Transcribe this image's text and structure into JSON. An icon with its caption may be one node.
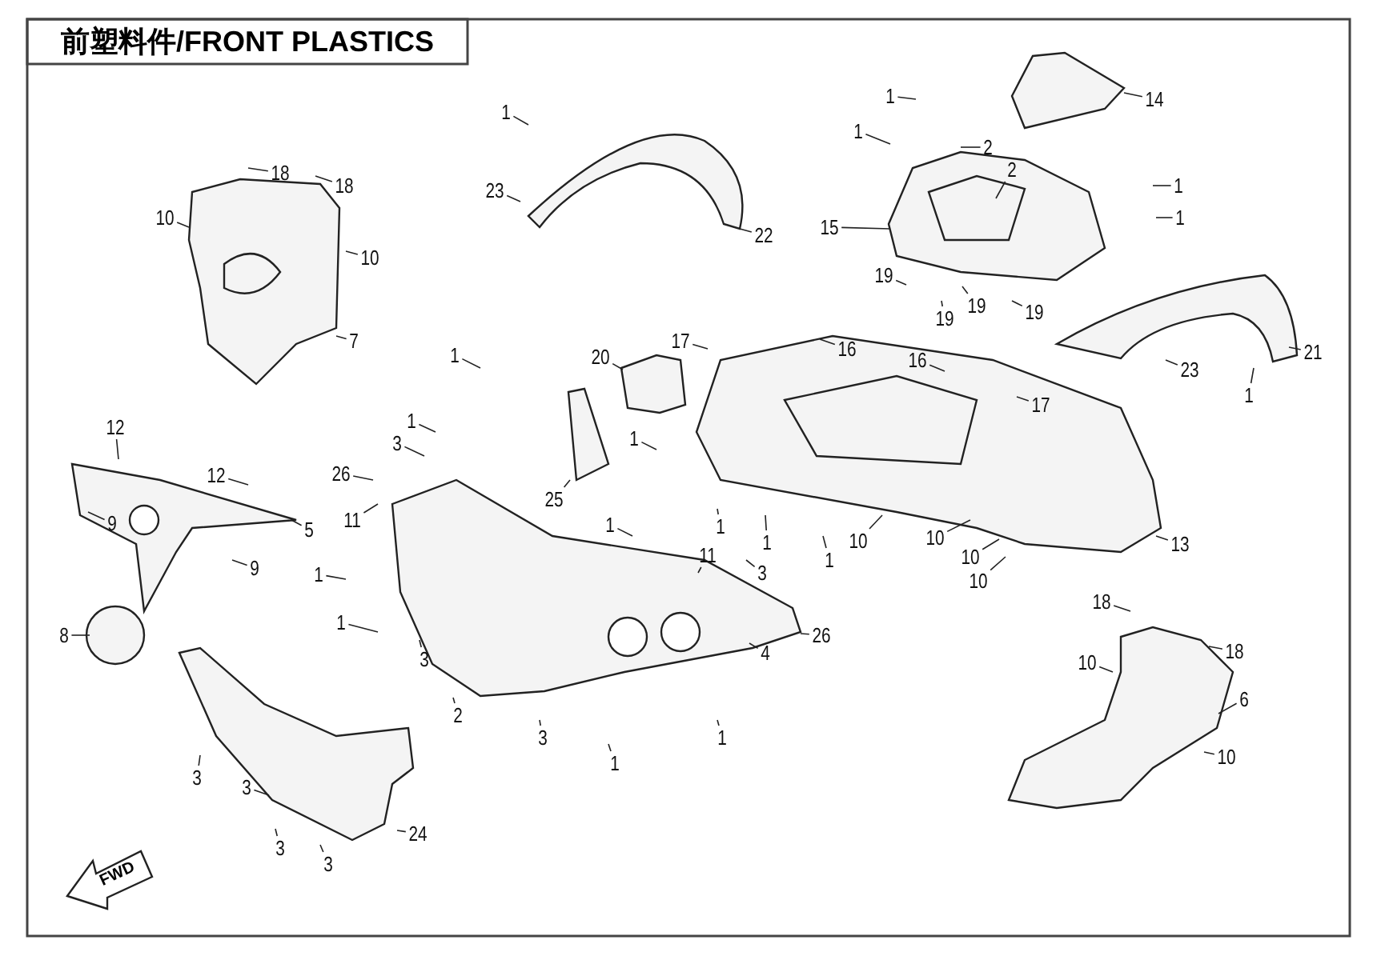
{
  "diagram": {
    "title": "前塑料件/FRONT PLASTICS",
    "nodes": [
      {
        "text": [
          "1"
        ]
      },
      {
        "text": [
          "18"
        ]
      },
      {
        "text": [
          "18"
        ]
      },
      {
        "text": [
          "10"
        ]
      },
      {
        "text": [
          "10"
        ]
      },
      {
        "text": [
          "7"
        ]
      },
      {
        "text": [
          "23"
        ]
      },
      {
        "text": [
          "22"
        ]
      },
      {
        "text": [
          "1"
        ]
      },
      {
        "text": [
          "1"
        ]
      },
      {
        "text": [
          "2"
        ]
      },
      {
        "text": [
          "2"
        ]
      },
      {
        "text": [
          "15"
        ]
      },
      {
        "text": [
          "19"
        ]
      },
      {
        "text": [
          "19"
        ]
      },
      {
        "text": [
          "19"
        ]
      },
      {
        "text": [
          "19"
        ]
      },
      {
        "text": [
          "14"
        ]
      },
      {
        "text": [
          "1"
        ]
      },
      {
        "text": [
          "1"
        ]
      },
      {
        "text": [
          "23"
        ]
      },
      {
        "text": [
          "21"
        ]
      },
      {
        "text": [
          "1"
        ]
      },
      {
        "text": [
          "20"
        ]
      },
      {
        "text": [
          "17"
        ]
      },
      {
        "text": [
          "16"
        ]
      },
      {
        "text": [
          "16"
        ]
      },
      {
        "text": [
          "17"
        ]
      },
      {
        "text": [
          "1"
        ]
      },
      {
        "text": [
          "12"
        ]
      },
      {
        "text": [
          "12"
        ]
      },
      {
        "text": [
          "1"
        ]
      },
      {
        "text": [
          "3"
        ]
      },
      {
        "text": [
          "26"
        ]
      },
      {
        "text": [
          "1"
        ]
      },
      {
        "text": [
          "25"
        ]
      },
      {
        "text": [
          "9"
        ]
      },
      {
        "text": [
          "5"
        ]
      },
      {
        "text": [
          "11"
        ]
      },
      {
        "text": [
          "1"
        ]
      },
      {
        "text": [
          "1"
        ]
      },
      {
        "text": [
          "1"
        ]
      },
      {
        "text": [
          "10"
        ]
      },
      {
        "text": [
          "10"
        ]
      },
      {
        "text": [
          "10"
        ]
      },
      {
        "text": [
          "10"
        ]
      },
      {
        "text": [
          "13"
        ]
      },
      {
        "text": [
          "1"
        ]
      },
      {
        "text": [
          "11"
        ]
      },
      {
        "text": [
          "3"
        ]
      },
      {
        "text": [
          "9"
        ]
      },
      {
        "text": [
          "1"
        ]
      },
      {
        "text": [
          "18"
        ]
      },
      {
        "text": [
          "8"
        ]
      },
      {
        "text": [
          "1"
        ]
      },
      {
        "text": [
          "26"
        ]
      },
      {
        "text": [
          "4"
        ]
      },
      {
        "text": [
          "18"
        ]
      },
      {
        "text": [
          "3"
        ]
      },
      {
        "text": [
          "10"
        ]
      },
      {
        "text": [
          "6"
        ]
      },
      {
        "text": [
          "2"
        ]
      },
      {
        "text": [
          "3"
        ]
      },
      {
        "text": [
          "1"
        ]
      },
      {
        "text": [
          "10"
        ]
      },
      {
        "text": [
          "1"
        ]
      },
      {
        "text": [
          "3"
        ]
      },
      {
        "text": [
          "3"
        ]
      },
      {
        "text": [
          "24"
        ]
      },
      {
        "text": [
          "3"
        ]
      },
      {
        "text": [
          "3"
        ]
      }
    ],
    "edges": [
      {
        "from": 0,
        "to": null,
        "arrow": "none"
      },
      {
        "from": 1,
        "to": null,
        "arrow": "none"
      },
      {
        "from": 2,
        "to": null,
        "arrow": "none"
      },
      {
        "from": 3,
        "to": null,
        "arrow": "none"
      },
      {
        "from": 4,
        "to": null,
        "arrow": "none"
      },
      {
        "from": 5,
        "to": null,
        "arrow": "none"
      },
      {
        "from": 6,
        "to": null,
        "arrow": "none"
      },
      {
        "from": 7,
        "to": null,
        "arrow": "none"
      },
      {
        "from": 8,
        "to": null,
        "arrow": "none"
      },
      {
        "from": 9,
        "to": null,
        "arrow": "none"
      },
      {
        "from": 10,
        "to": null,
        "arrow": "none"
      },
      {
        "from": 11,
        "to": null,
        "arrow": "none"
      },
      {
        "from": 12,
        "to": null,
        "arrow": "none"
      },
      {
        "from": 13,
        "to": null,
        "arrow": "none"
      },
      {
        "from": 14,
        "to": null,
        "arrow": "none"
      },
      {
        "from": 15,
        "to": null,
        "arrow": "none"
      },
      {
        "from": 16,
        "to": null,
        "arrow": "none"
      },
      {
        "from": 17,
        "to": null,
        "arrow": "none"
      },
      {
        "from": 18,
        "to": null,
        "arrow": "none"
      },
      {
        "from": 19,
        "to": null,
        "arrow": "none"
      },
      {
        "from": 20,
        "to": null,
        "arrow": "none"
      },
      {
        "from": 21,
        "to": null,
        "arrow": "none"
      },
      {
        "from": 22,
        "to": null,
        "arrow": "none"
      },
      {
        "from": 23,
        "to": null,
        "arrow": "none"
      },
      {
        "from": 24,
        "to": null,
        "arrow": "none"
      },
      {
        "from": 25,
        "to": null,
        "arrow": "none"
      },
      {
        "from": 26,
        "to": null,
        "arrow": "none"
      },
      {
        "from": 27,
        "to": null,
        "arrow": "none"
      },
      {
        "from": 28,
        "to": null,
        "arrow": "none"
      },
      {
        "from": 29,
        "to": null,
        "arrow": "none"
      },
      {
        "from": 30,
        "to": null,
        "arrow": "none"
      },
      {
        "from": 31,
        "to": null,
        "arrow": "none"
      },
      {
        "from": 32,
        "to": null,
        "arrow": "none"
      },
      {
        "from": 33,
        "to": null,
        "arrow": "none"
      },
      {
        "from": 34,
        "to": null,
        "arrow": "none"
      },
      {
        "from": 35,
        "to": null,
        "arrow": "none"
      },
      {
        "from": 36,
        "to": null,
        "arrow": "none"
      },
      {
        "from": 37,
        "to": null,
        "arrow": "none"
      },
      {
        "from": 38,
        "to": null,
        "arrow": "none"
      },
      {
        "from": 39,
        "to": null,
        "arrow": "none"
      },
      {
        "from": 40,
        "to": null,
        "arrow": "none"
      },
      {
        "from": 41,
        "to": null,
        "arrow": "none"
      },
      {
        "from": 42,
        "to": null,
        "arrow": "none"
      },
      {
        "from": 43,
        "to": null,
        "arrow": "none"
      },
      {
        "from": 44,
        "to": null,
        "arrow": "none"
      },
      {
        "from": 45,
        "to": null,
        "arrow": "none"
      },
      {
        "from": 46,
        "to": null,
        "arrow": "none"
      },
      {
        "from": 47,
        "to": null,
        "arrow": "none"
      },
      {
        "from": 48,
        "to": null,
        "arrow": "none"
      },
      {
        "from": 49,
        "to": null,
        "arrow": "none"
      },
      {
        "from": 50,
        "to": null,
        "arrow": "none"
      },
      {
        "from": 51,
        "to": null,
        "arrow": "none"
      },
      {
        "from": 52,
        "to": null,
        "arrow": "none"
      },
      {
        "from": 53,
        "to": null,
        "arrow": "none"
      },
      {
        "from": 54,
        "to": null,
        "arrow": "none"
      },
      {
        "from": 55,
        "to": null,
        "arrow": "none"
      },
      {
        "from": 56,
        "to": null,
        "arrow": "none"
      },
      {
        "from": 57,
        "to": null,
        "arrow": "none"
      },
      {
        "from": 58,
        "to": null,
        "arrow": "none"
      },
      {
        "from": 59,
        "to": null,
        "arrow": "none"
      },
      {
        "from": 60,
        "to": null,
        "arrow": "none"
      },
      {
        "from": 61,
        "to": null,
        "arrow": "none"
      },
      {
        "from": 62,
        "to": null,
        "arrow": "none"
      },
      {
        "from": 63,
        "to": null,
        "arrow": "none"
      },
      {
        "from": 64,
        "to": null,
        "arrow": "none"
      },
      {
        "from": 65,
        "to": null,
        "arrow": "none"
      },
      {
        "from": 66,
        "to": null,
        "arrow": "none"
      },
      {
        "from": 67,
        "to": null,
        "arrow": "none"
      },
      {
        "from": 68,
        "to": null,
        "arrow": "none"
      },
      {
        "from": 69,
        "to": null,
        "arrow": "none"
      },
      {
        "from": 70,
        "to": null,
        "arrow": "none"
      }
    ],
    "labels": [
      "FWD"
    ]
  }
}
